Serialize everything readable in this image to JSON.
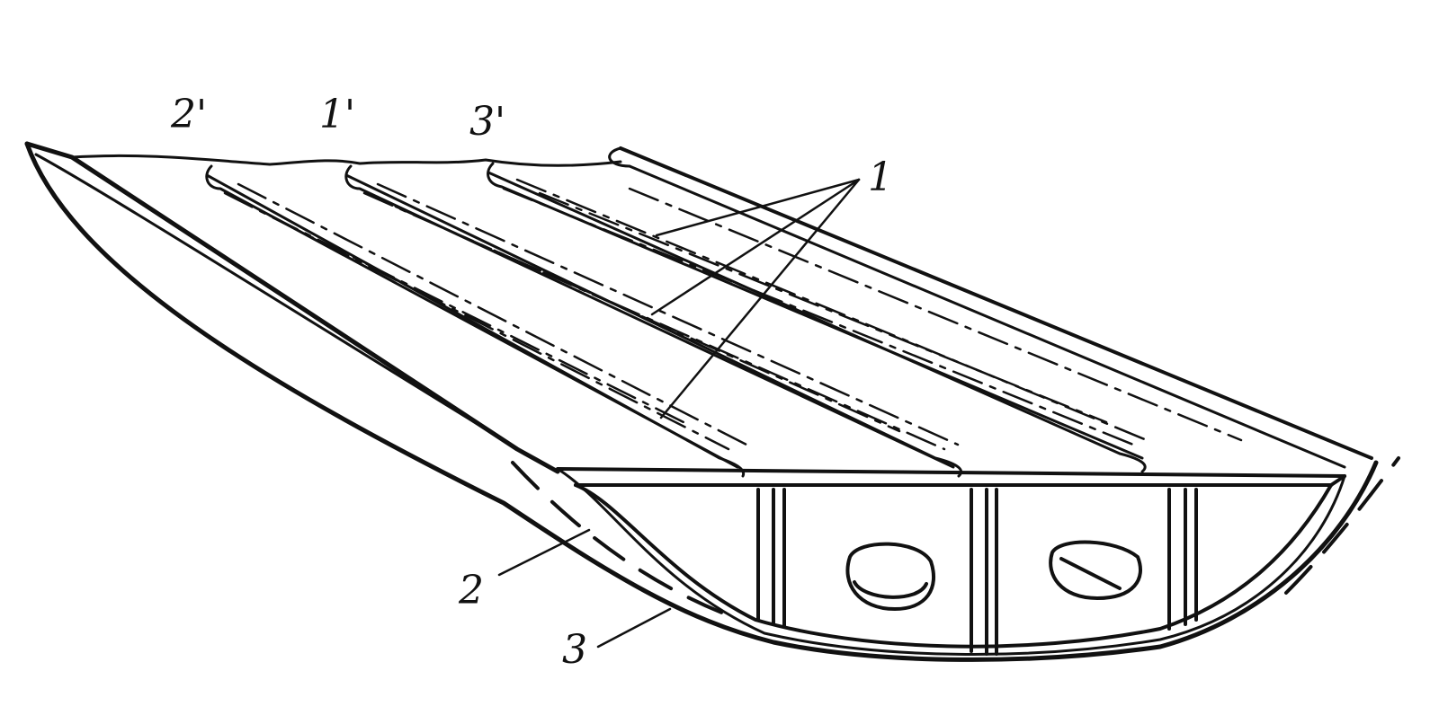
{
  "colors": {
    "ink": "#111111",
    "background": "#ffffff"
  },
  "labels": {
    "top_2p": "2'",
    "top_1p": "1'",
    "top_3p": "3'",
    "callout_1": "1",
    "callout_2": "2",
    "callout_3": "3"
  }
}
